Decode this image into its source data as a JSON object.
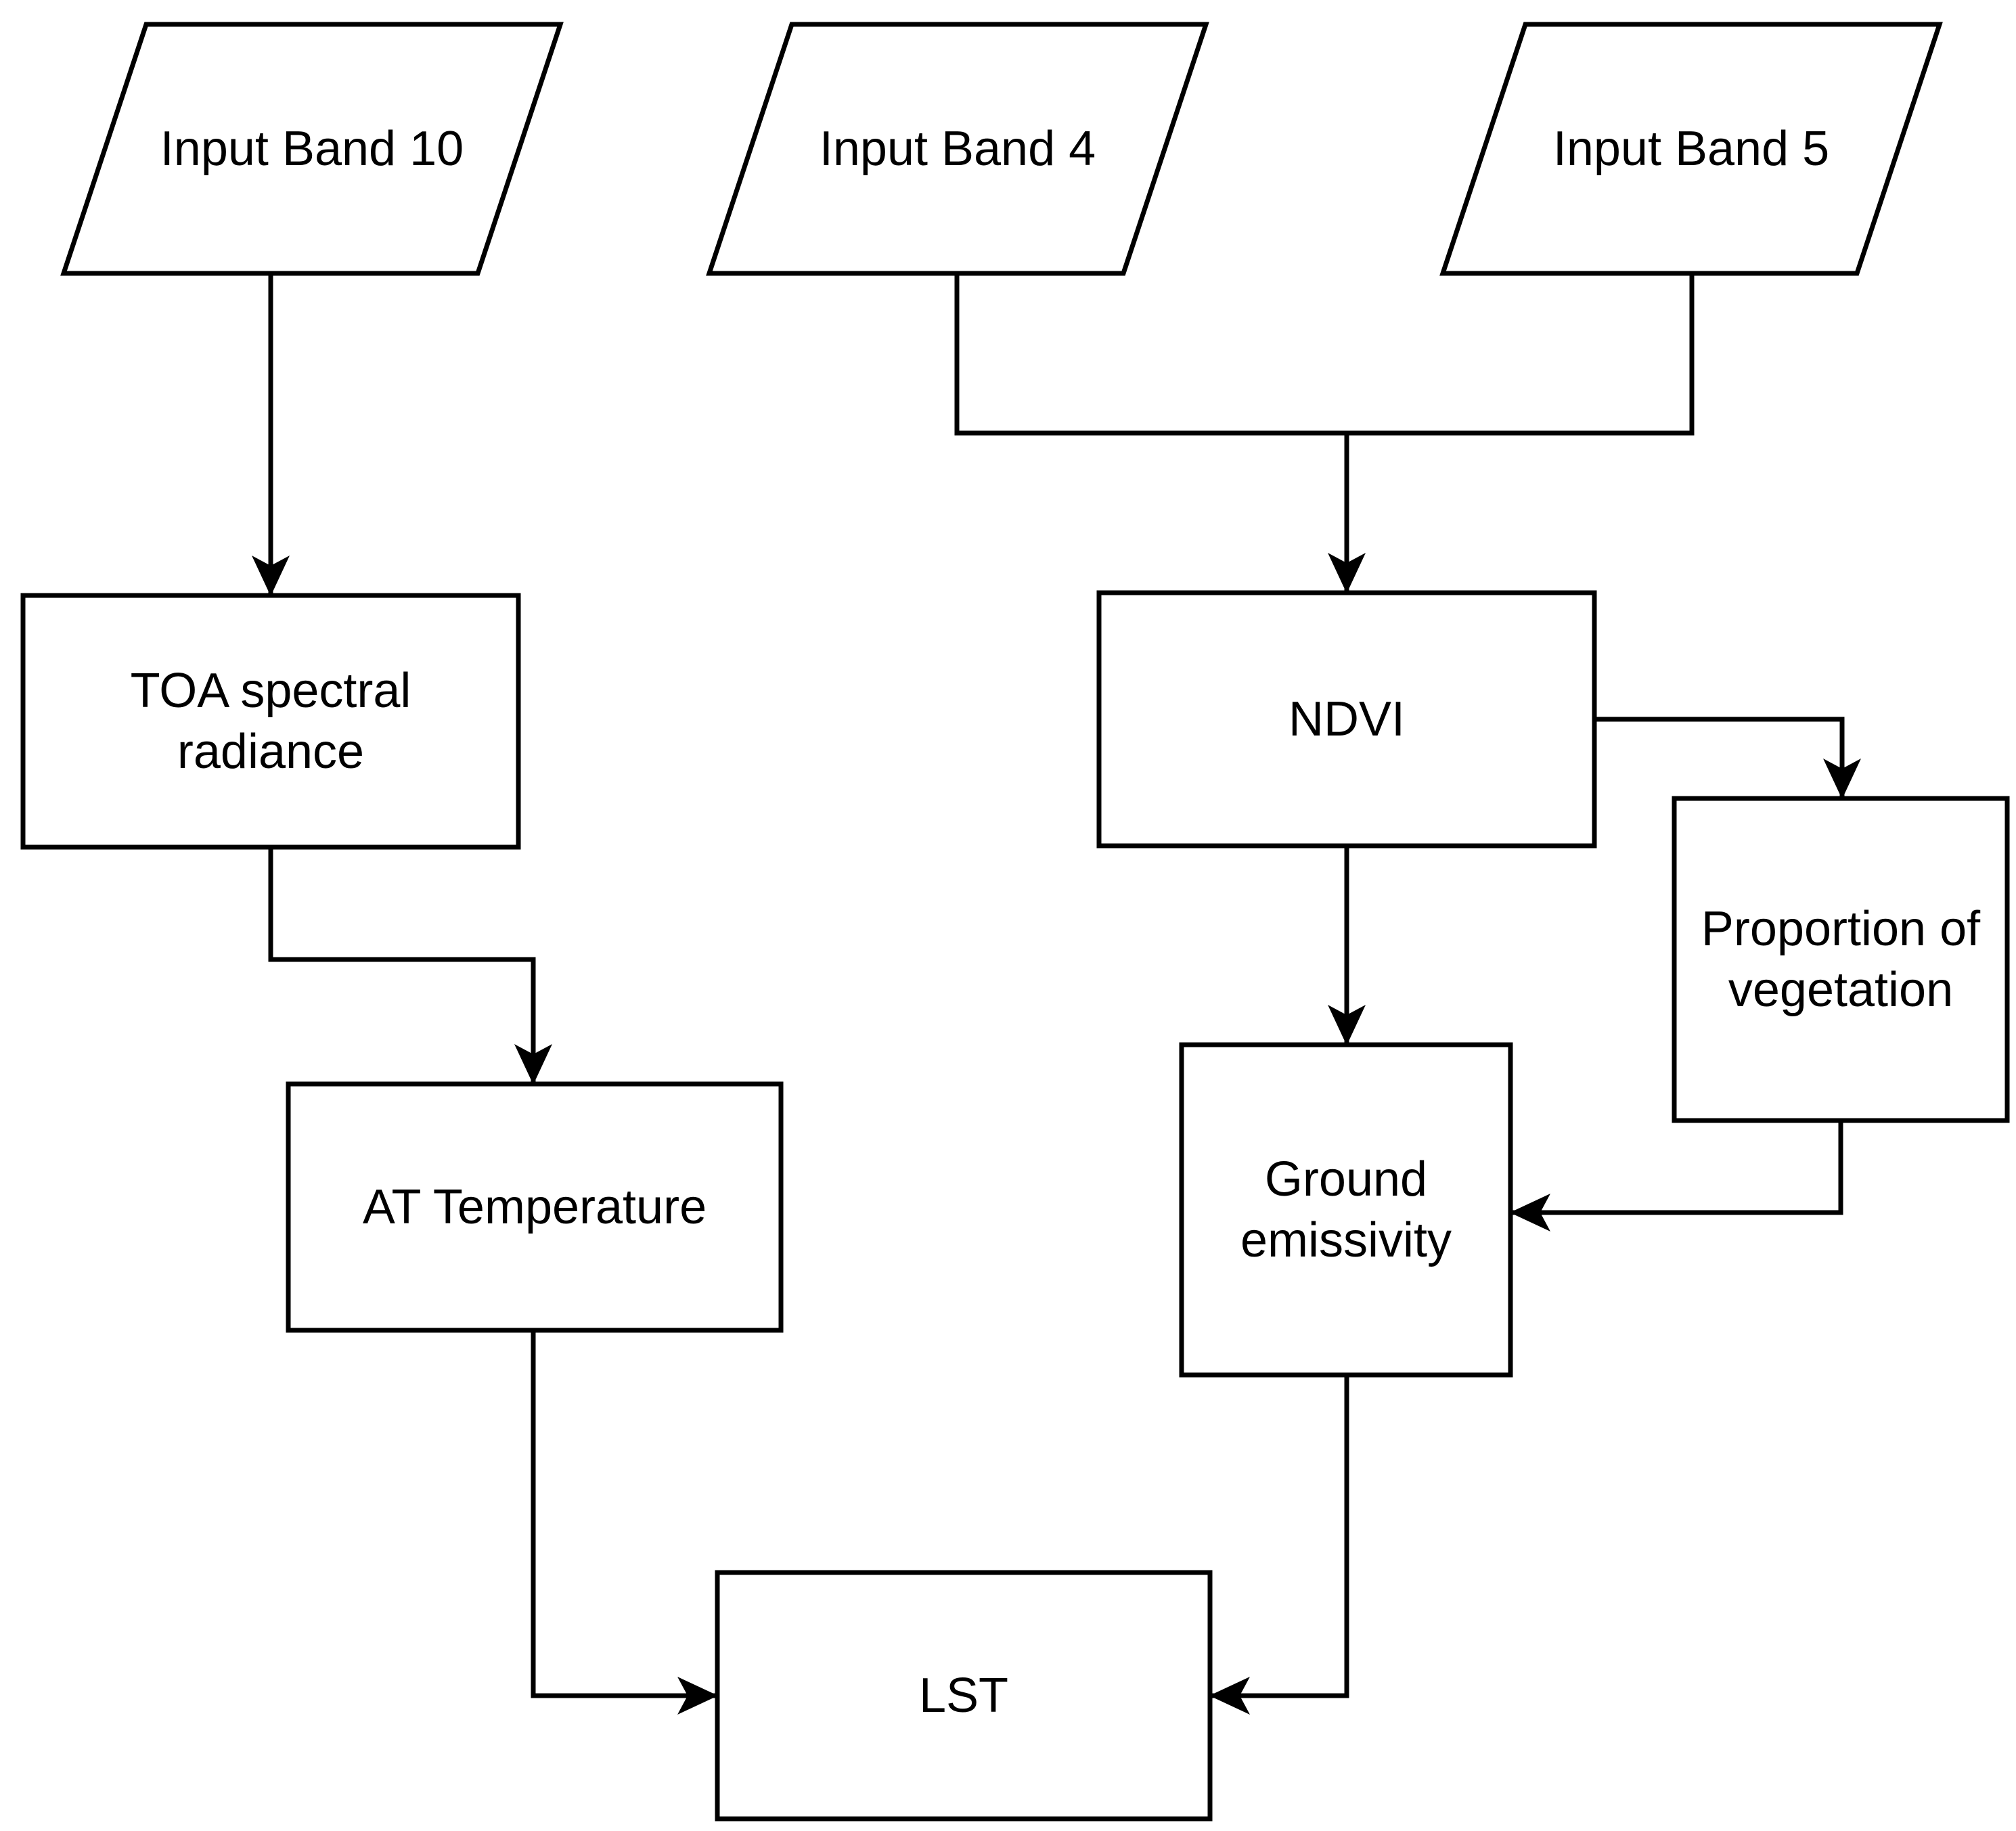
{
  "diagram": {
    "type": "flowchart",
    "background_color": "#ffffff",
    "stroke_color": "#000000",
    "text_color": "#000000",
    "nodes": {
      "band10": {
        "label": "Input Band 10",
        "shape": "parallelogram"
      },
      "band4": {
        "label": "Input Band 4",
        "shape": "parallelogram"
      },
      "band5": {
        "label": "Input Band 5",
        "shape": "parallelogram"
      },
      "toa": {
        "label": "TOA spectral radiance",
        "shape": "rectangle"
      },
      "ndvi": {
        "label": "NDVI",
        "shape": "rectangle"
      },
      "prop": {
        "label": "Proportion of vegetation",
        "shape": "rectangle"
      },
      "ge": {
        "label": "Ground emissivity",
        "shape": "rectangle"
      },
      "at": {
        "label": "AT Temperature",
        "shape": "rectangle"
      },
      "lst": {
        "label": "LST",
        "shape": "rectangle"
      }
    },
    "edges": [
      {
        "from": "Input Band 10",
        "to": "TOA spectral radiance"
      },
      {
        "from": "Input Band 4",
        "to": "NDVI"
      },
      {
        "from": "Input Band 5",
        "to": "NDVI"
      },
      {
        "from": "TOA spectral radiance",
        "to": "AT Temperature"
      },
      {
        "from": "NDVI",
        "to": "Proportion of vegetation"
      },
      {
        "from": "NDVI",
        "to": "Ground emissivity"
      },
      {
        "from": "Proportion of vegetation",
        "to": "Ground emissivity"
      },
      {
        "from": "AT Temperature",
        "to": "LST"
      },
      {
        "from": "Ground emissivity",
        "to": "LST"
      }
    ]
  }
}
